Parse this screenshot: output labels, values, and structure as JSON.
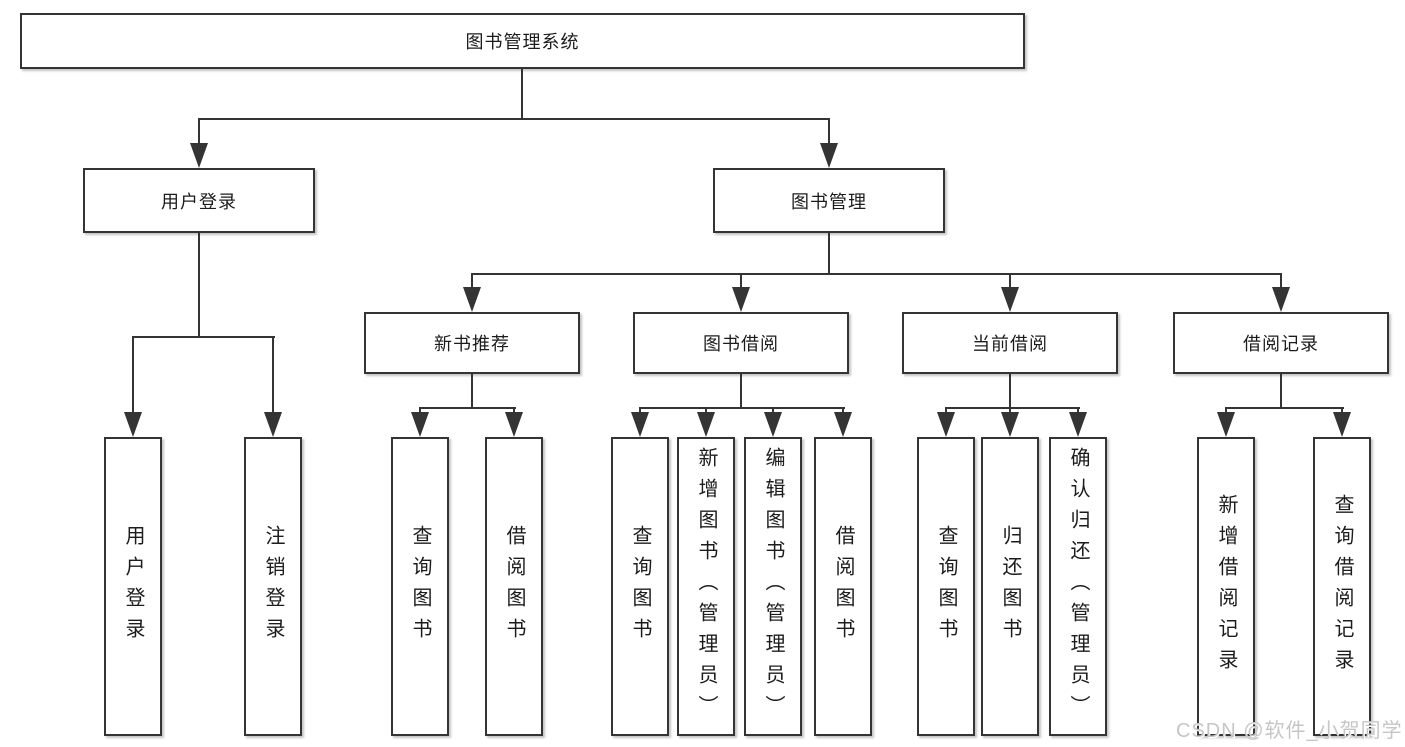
{
  "colors": {
    "background": "#ffffff",
    "line": "#343434",
    "box_border": "#343434",
    "text": "#1c1c1c",
    "watermark": "#c6c6c6"
  },
  "watermark": {
    "text": "CSDN @软件_小贺同学"
  },
  "tree": {
    "label": "图书管理系统",
    "children": [
      {
        "label": "用户登录",
        "children": [
          {
            "label": "用户登录"
          },
          {
            "label": "注销登录"
          }
        ]
      },
      {
        "label": "图书管理",
        "children": [
          {
            "label": "新书推荐",
            "children": [
              {
                "label": "查询图书"
              },
              {
                "label": "借阅图书"
              }
            ]
          },
          {
            "label": "图书借阅",
            "children": [
              {
                "label": "查询图书"
              },
              {
                "label": "新增图书（管理员）"
              },
              {
                "label": "编辑图书（管理员）"
              },
              {
                "label": "借阅图书"
              }
            ]
          },
          {
            "label": "当前借阅",
            "children": [
              {
                "label": "查询图书"
              },
              {
                "label": "归还图书"
              },
              {
                "label": "确认归还（管理员）"
              }
            ]
          },
          {
            "label": "借阅记录",
            "children": [
              {
                "label": "新增借阅记录"
              },
              {
                "label": "查询借阅记录"
              }
            ]
          }
        ]
      }
    ]
  }
}
